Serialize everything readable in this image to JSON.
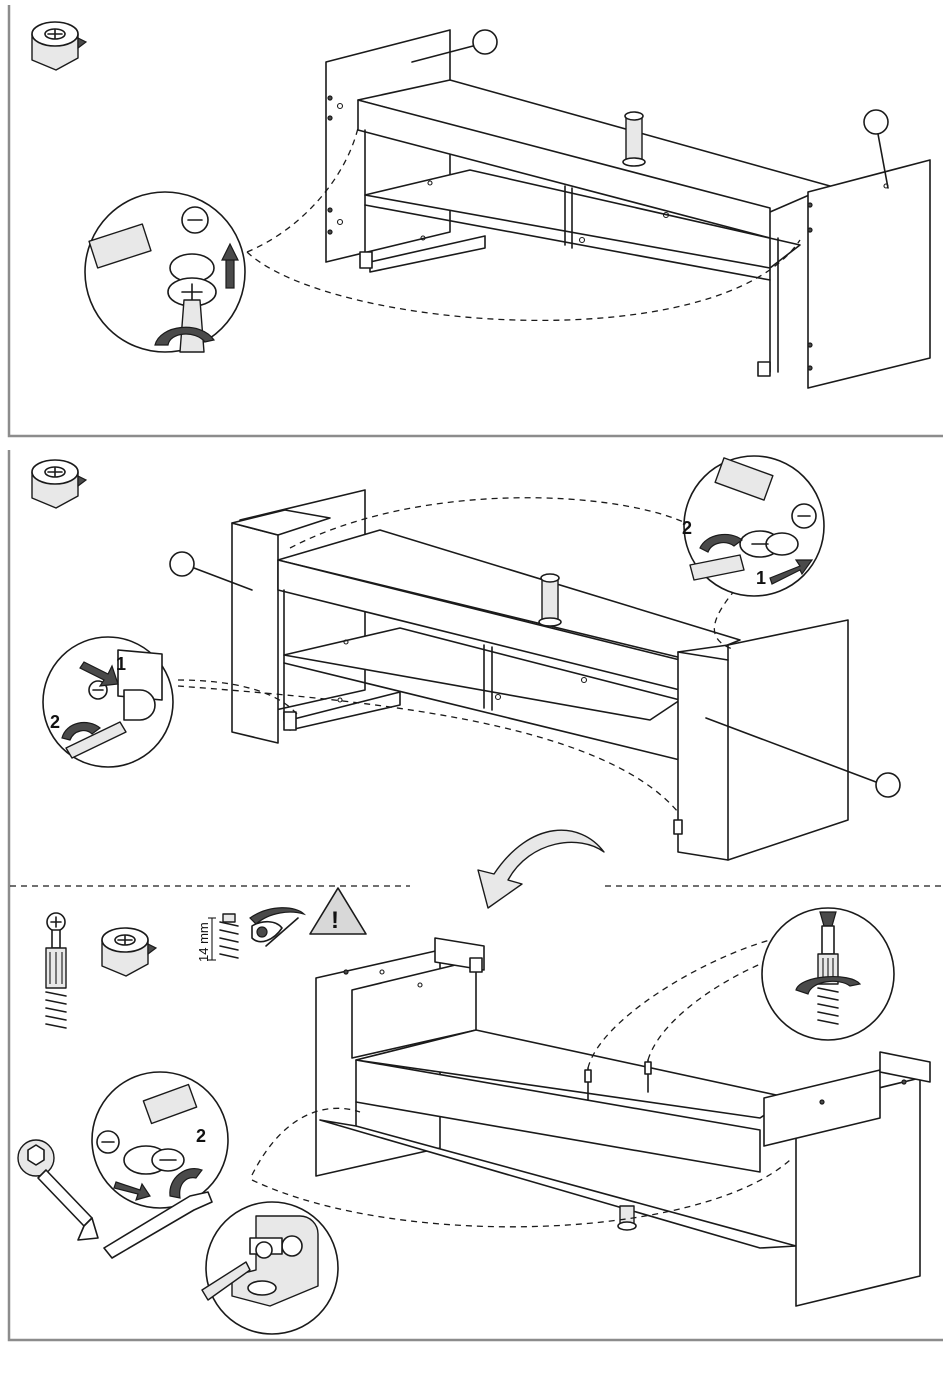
{
  "diagram": {
    "fastener_label": "14 mm",
    "step_numbers": [
      "1",
      "2"
    ],
    "warning_symbol": "!",
    "icons": [
      "cam-lock-icon",
      "cam-bolt-icon",
      "dowel-spring-icon",
      "eye-icon",
      "warning-icon",
      "hex-key-icon",
      "screwdriver-icon",
      "rotate-arrow-icon"
    ],
    "colors": {
      "line": "#1a1a1a",
      "frame": "#8c8c8c",
      "warning_fill": "#d8d8d8"
    }
  }
}
